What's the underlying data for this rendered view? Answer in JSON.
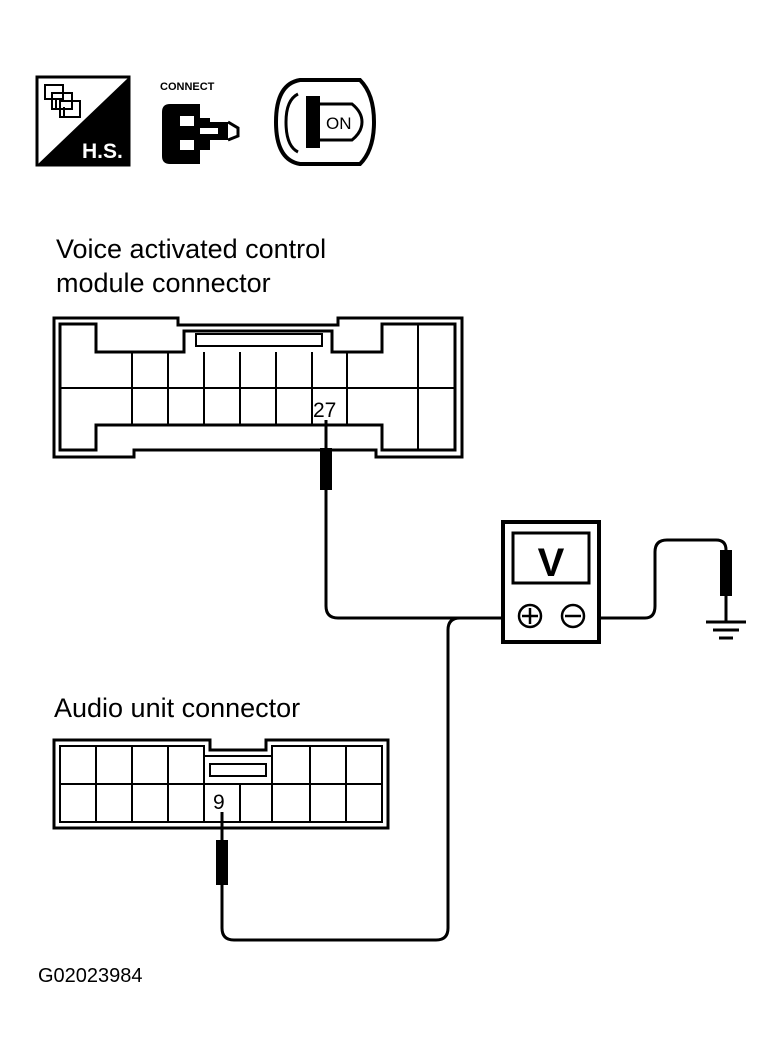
{
  "icons": {
    "harness_icon_text": "H.S.",
    "connect_icon_text": "CONNECT",
    "ignition_icon_text": "ON"
  },
  "vacm_connector": {
    "label_line1": "Voice activated control",
    "label_line2": "module connector",
    "probe_pin": "27"
  },
  "audio_connector": {
    "label": "Audio unit connector",
    "probe_pin": "9"
  },
  "meter": {
    "symbol": "V"
  },
  "figure_code": "G02023984",
  "colors": {
    "line": "#000000",
    "background": "#ffffff"
  }
}
